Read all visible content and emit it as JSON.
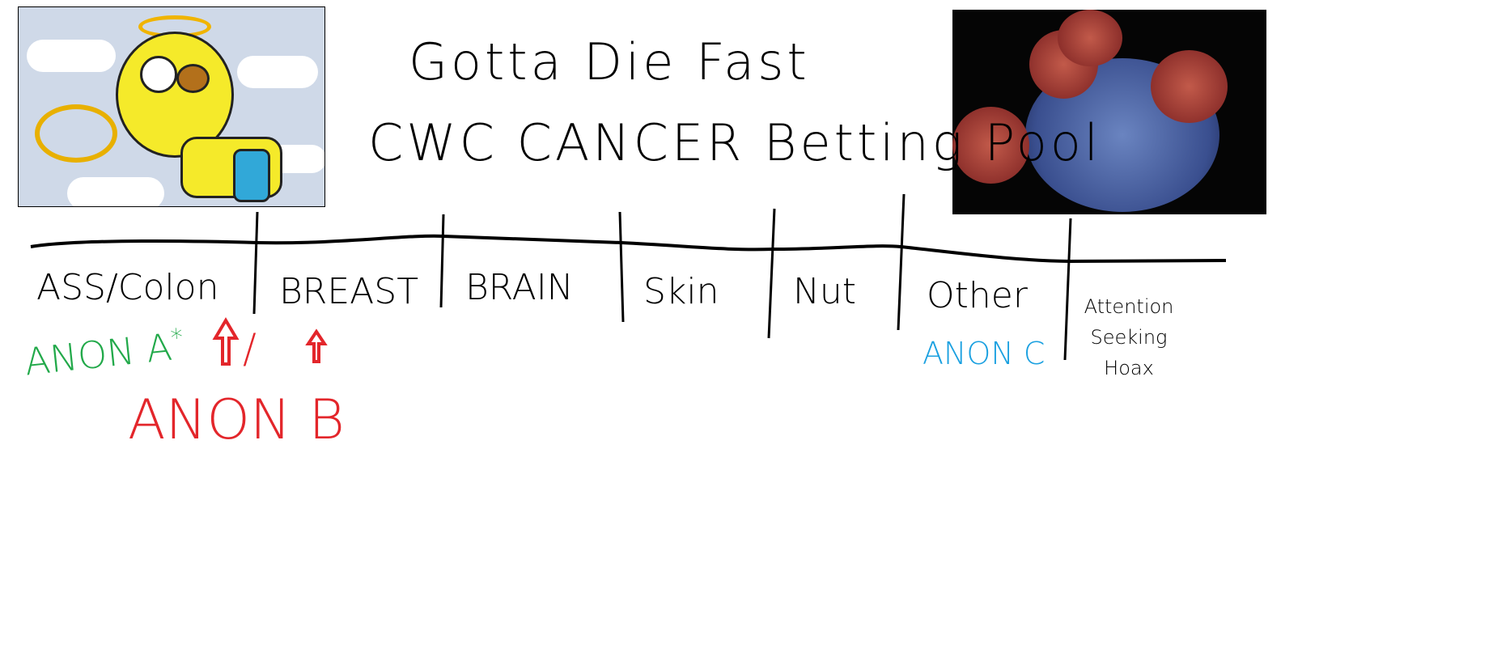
{
  "title_line1": "Gotta Die Fast",
  "title_line2": "CWC CANCER Betting Pool",
  "categories": [
    "ASS/Colon",
    "BREAST",
    "BRAIN",
    "Skin",
    "Nut",
    "Other",
    "Attention Seeking Hoax"
  ],
  "bets": {
    "anon_a": "ANON A",
    "anon_a_mark": "*",
    "anon_b": "ANON B",
    "anon_b_separator": "/",
    "anon_c": "ANON C"
  },
  "colors": {
    "anon_a": "#22a94a",
    "anon_b": "#e3262b",
    "anon_c": "#1aa0e0"
  },
  "images": [
    "angel-sonic-cartoon",
    "cancer-cell-micrograph"
  ]
}
